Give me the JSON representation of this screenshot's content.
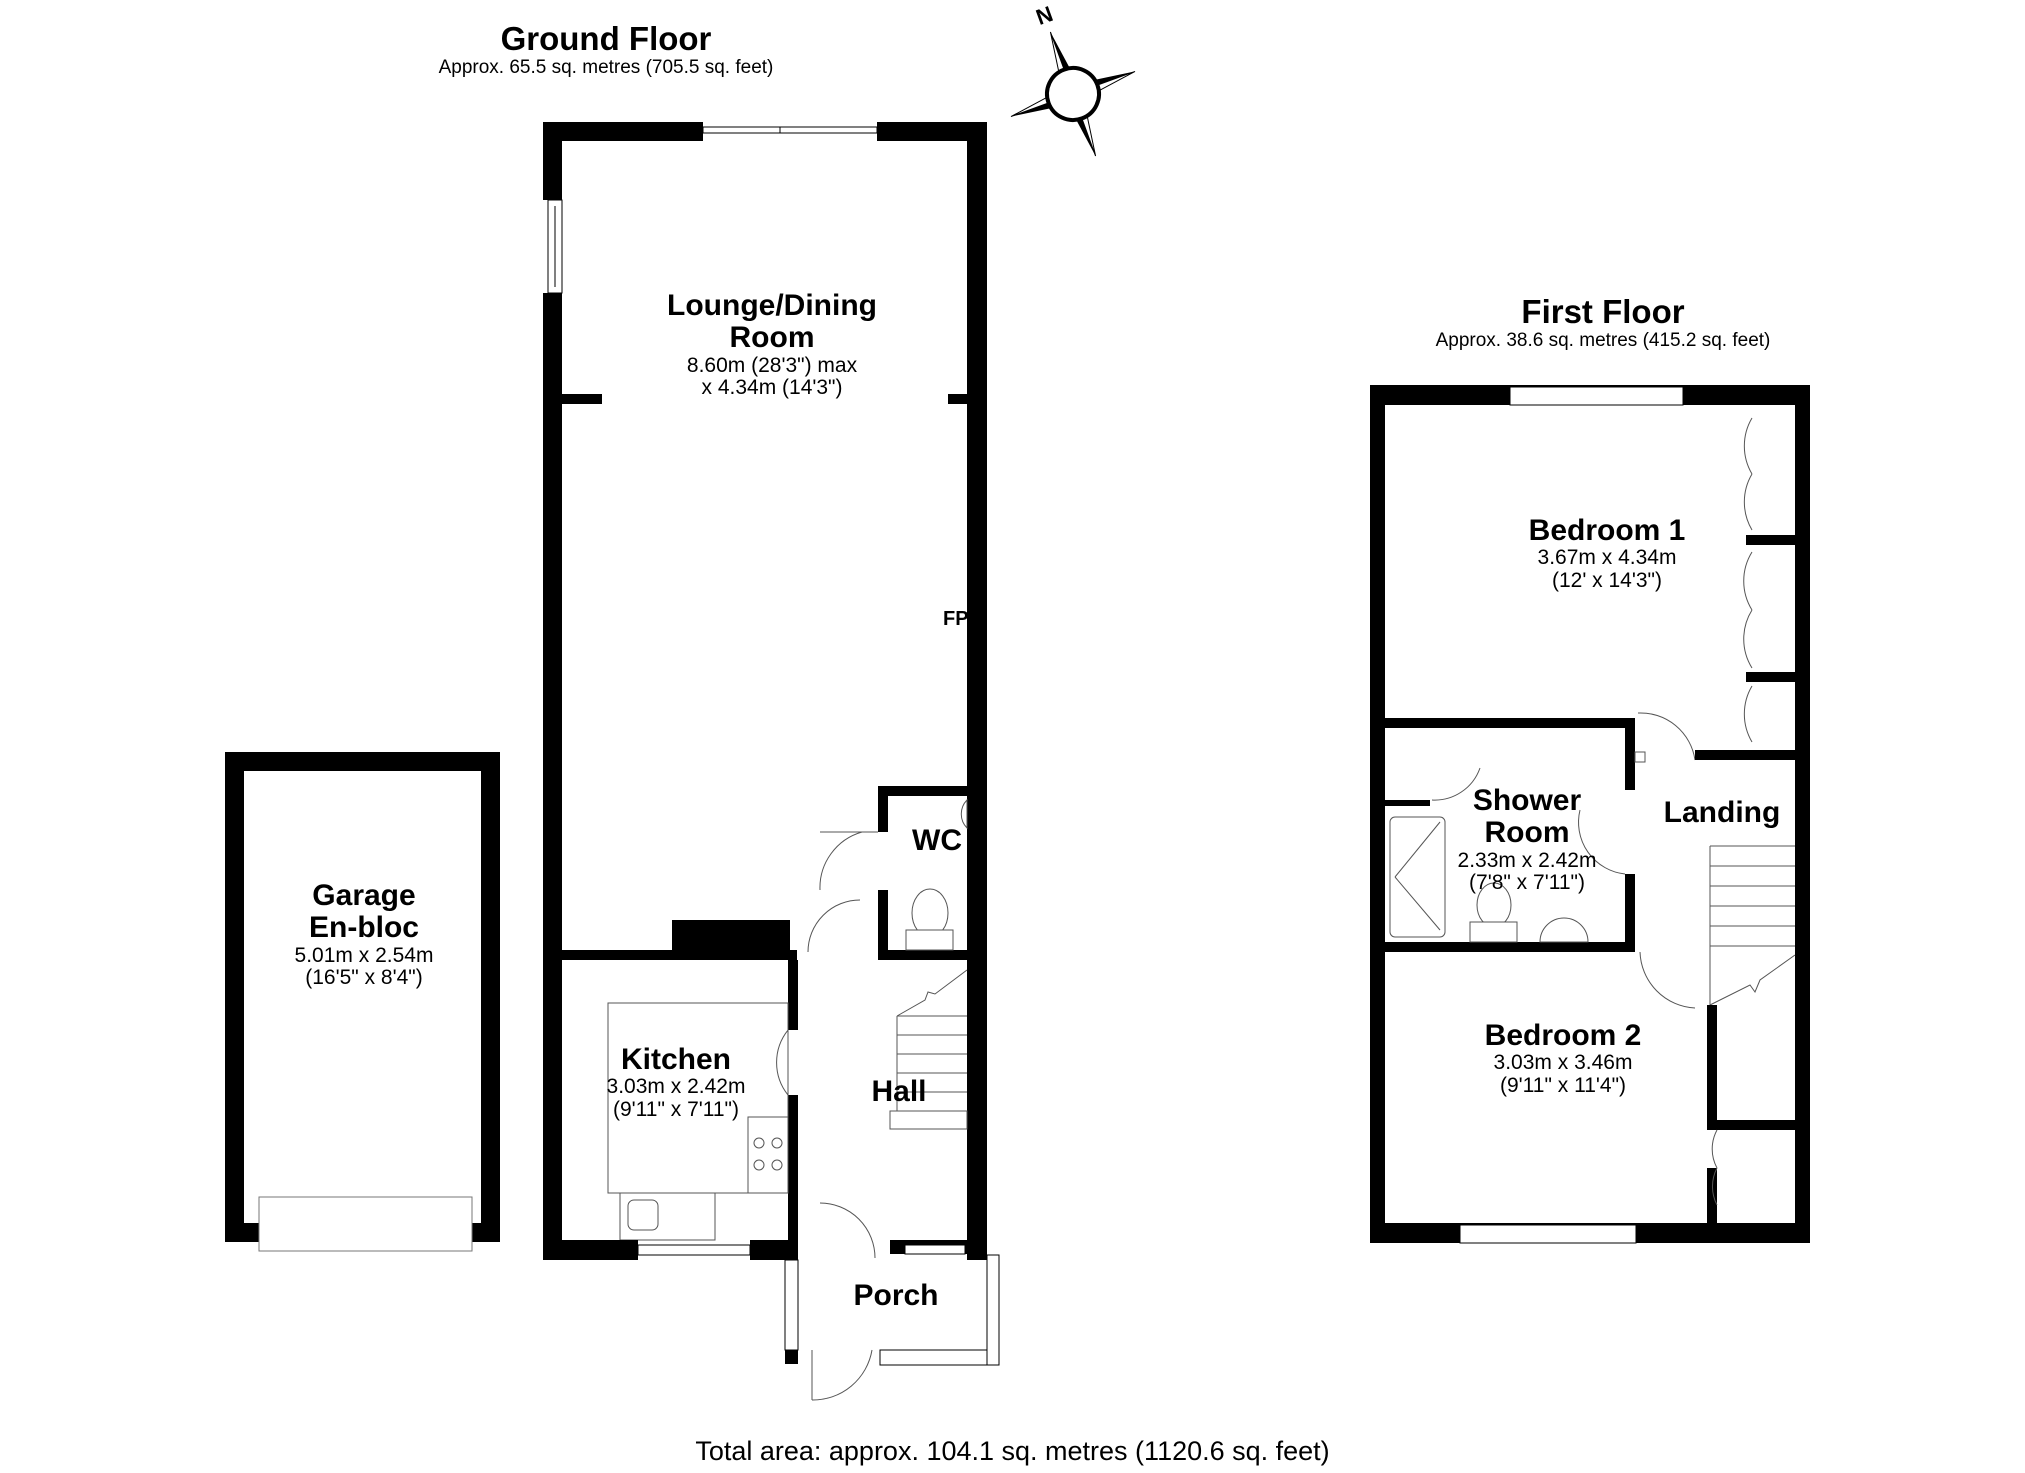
{
  "ground_floor": {
    "title": "Ground Floor",
    "area": "Approx. 65.5 sq. metres (705.5 sq. feet)",
    "rooms": [
      {
        "name": "Lounge/Dining",
        "name2": "Room",
        "dim1": "8.60m (28'3\") max",
        "dim2": "x 4.34m (14'3\")"
      },
      {
        "name": "Kitchen",
        "dim1": "3.03m x 2.42m",
        "dim2": "(9'11\" x 7'11\")"
      },
      {
        "name": "Hall"
      },
      {
        "name": "WC"
      },
      {
        "name": "Porch"
      }
    ],
    "annotations": {
      "fireplace": "FP"
    }
  },
  "garage": {
    "name": "Garage",
    "name2": "En-bloc",
    "dim1": "5.01m x 2.54m",
    "dim2": "(16'5\" x 8'4\")"
  },
  "first_floor": {
    "title": "First Floor",
    "area": "Approx. 38.6 sq. metres (415.2 sq. feet)",
    "rooms": [
      {
        "name": "Bedroom 1",
        "dim1": "3.67m x 4.34m",
        "dim2": "(12' x 14'3\")"
      },
      {
        "name": "Shower",
        "name2": "Room",
        "dim1": "2.33m x 2.42m",
        "dim2": "(7'8\" x 7'11\")"
      },
      {
        "name": "Landing"
      },
      {
        "name": "Bedroom 2",
        "dim1": "3.03m x 3.46m",
        "dim2": "(9'11\" x 11'4\")"
      }
    ]
  },
  "compass": {
    "north_label": "N"
  },
  "footer": {
    "total_area": "Total area: approx. 104.1 sq. metres (1120.6 sq. feet)"
  },
  "colors": {
    "wall": "#000000",
    "background": "#ffffff",
    "fixture_line": "#555555"
  }
}
